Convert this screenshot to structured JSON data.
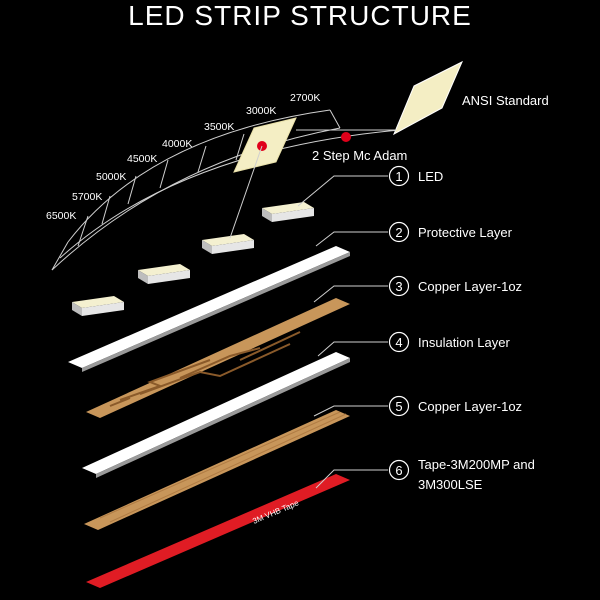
{
  "title": "LED STRIP STRUCTURE",
  "cct_scale": [
    "6500K",
    "5700K",
    "5000K",
    "4500K",
    "4000K",
    "3500K",
    "3000K",
    "2700K"
  ],
  "ansi_label": "ANSI Standard",
  "macadam_label": "2 Step Mc Adam",
  "layers": [
    {
      "number": "1",
      "label": "LED"
    },
    {
      "number": "2",
      "label": "Protective Layer"
    },
    {
      "number": "3",
      "label": "Copper Layer-1oz"
    },
    {
      "number": "4",
      "label": "Insulation Layer"
    },
    {
      "number": "5",
      "label": "Copper Layer-1oz"
    },
    {
      "number": "6",
      "label": "Tape-3M200MP and",
      "label_line2": "3M300LSE"
    }
  ],
  "tape_print": "3M VHB Tape",
  "colors": {
    "background": "#000000",
    "copper": "#c8965a",
    "copper_trace": "#8a5a2a",
    "tape": "#e01c24",
    "marker": "#e0001a",
    "ansi_fill": "#f4eec4"
  }
}
